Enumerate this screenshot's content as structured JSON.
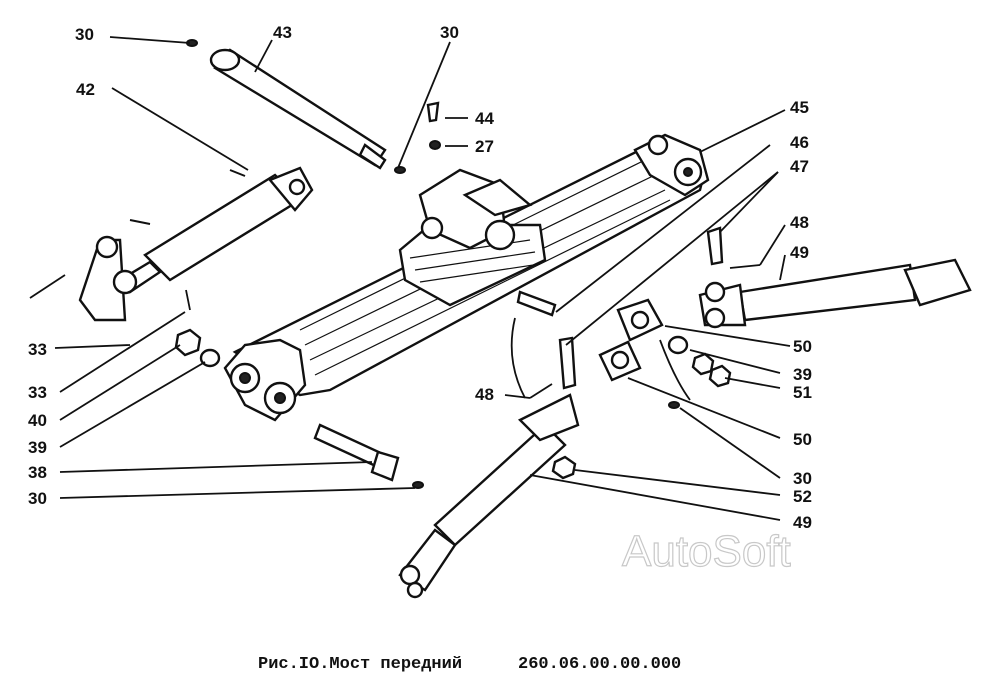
{
  "caption": {
    "figure": "Рис.IO.Мост передний",
    "code": "260.06.00.00.000"
  },
  "watermark": "AutoSoft",
  "callouts": {
    "c30_a": "30",
    "c43": "43",
    "c30_b": "30",
    "c42": "42",
    "c44": "44",
    "c27": "27",
    "c45": "45",
    "c46": "46",
    "c47": "47",
    "c48_a": "48",
    "c49_a": "49",
    "c33_a": "33",
    "c33_b": "33",
    "c40": "40",
    "c39_a": "39",
    "c38": "38",
    "c30_c": "30",
    "c48_b": "48",
    "c50_a": "50",
    "c39_b": "39",
    "c51": "51",
    "c50_b": "50",
    "c30_d": "30",
    "c52": "52",
    "c49_b": "49"
  }
}
